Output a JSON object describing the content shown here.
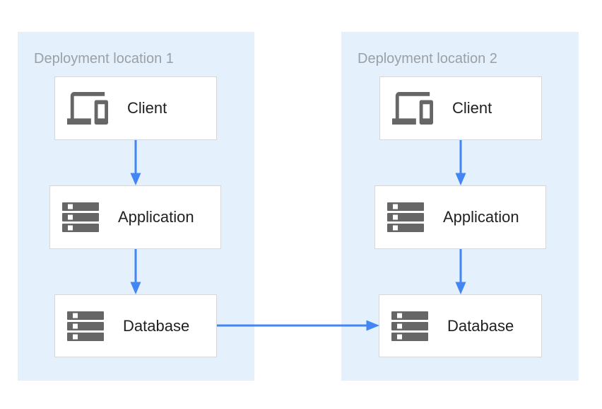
{
  "diagram": {
    "panels": [
      {
        "title": "Deployment location 1",
        "nodes": [
          {
            "label": "Client",
            "icon": "devices-icon"
          },
          {
            "label": "Application",
            "icon": "server-stack-icon"
          },
          {
            "label": "Database",
            "icon": "server-stack-icon"
          }
        ]
      },
      {
        "title": "Deployment location 2",
        "nodes": [
          {
            "label": "Client",
            "icon": "devices-icon"
          },
          {
            "label": "Application",
            "icon": "server-stack-icon"
          },
          {
            "label": "Database",
            "icon": "server-stack-icon"
          }
        ]
      }
    ],
    "arrows": [
      {
        "name": "client-1-to-application-1",
        "direction": "down"
      },
      {
        "name": "application-1-to-database-1",
        "direction": "down"
      },
      {
        "name": "client-2-to-application-2",
        "direction": "down"
      },
      {
        "name": "application-2-to-database-2",
        "direction": "down"
      },
      {
        "name": "database-1-to-database-2",
        "direction": "right"
      }
    ],
    "colors": {
      "panel_background": "#e4f0fb",
      "arrow_blue": "#4285f4",
      "icon_gray": "#666666",
      "title_gray": "#9aa0a6",
      "node_border": "#d5d7d9",
      "node_background": "#ffffff",
      "label_text": "#212121"
    }
  }
}
